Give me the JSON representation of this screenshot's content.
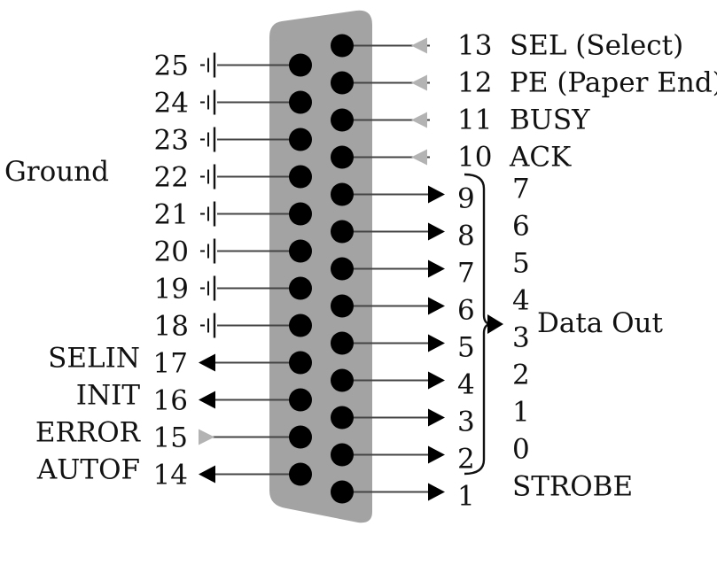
{
  "labels": {
    "ground": "Ground",
    "data_out": "Data Out",
    "strobe": "STROBE"
  },
  "colors": {
    "connector_body": "#a3a3a3",
    "pin": "#000000",
    "line": "#444444",
    "output_arrow": "#000000",
    "input_arrow": "#b3b3b3",
    "text": "#111111"
  },
  "top_row": [
    {
      "pin": "13",
      "signal": "SEL (Select)",
      "direction": "in"
    },
    {
      "pin": "12",
      "signal": "PE (Paper End)",
      "direction": "in"
    },
    {
      "pin": "11",
      "signal": "BUSY",
      "direction": "in"
    },
    {
      "pin": "10",
      "signal": "ACK",
      "direction": "in"
    },
    {
      "pin": "9",
      "signal": "7",
      "direction": "out"
    },
    {
      "pin": "8",
      "signal": "6",
      "direction": "out"
    },
    {
      "pin": "7",
      "signal": "5",
      "direction": "out"
    },
    {
      "pin": "6",
      "signal": "4",
      "direction": "out"
    },
    {
      "pin": "5",
      "signal": "3",
      "direction": "out"
    },
    {
      "pin": "4",
      "signal": "2",
      "direction": "out"
    },
    {
      "pin": "3",
      "signal": "1",
      "direction": "out"
    },
    {
      "pin": "2",
      "signal": "0",
      "direction": "out"
    },
    {
      "pin": "1",
      "signal": "STROBE",
      "direction": "out"
    }
  ],
  "bottom_row": [
    {
      "pin": "25",
      "signal": "",
      "kind": "ground"
    },
    {
      "pin": "24",
      "signal": "",
      "kind": "ground"
    },
    {
      "pin": "23",
      "signal": "",
      "kind": "ground"
    },
    {
      "pin": "22",
      "signal": "",
      "kind": "ground"
    },
    {
      "pin": "21",
      "signal": "",
      "kind": "ground"
    },
    {
      "pin": "20",
      "signal": "",
      "kind": "ground"
    },
    {
      "pin": "19",
      "signal": "",
      "kind": "ground"
    },
    {
      "pin": "18",
      "signal": "",
      "kind": "ground"
    },
    {
      "pin": "17",
      "signal": "SELIN",
      "kind": "out"
    },
    {
      "pin": "16",
      "signal": "INIT",
      "kind": "out"
    },
    {
      "pin": "15",
      "signal": "ERROR",
      "kind": "in"
    },
    {
      "pin": "14",
      "signal": "AUTOF",
      "kind": "out"
    }
  ]
}
